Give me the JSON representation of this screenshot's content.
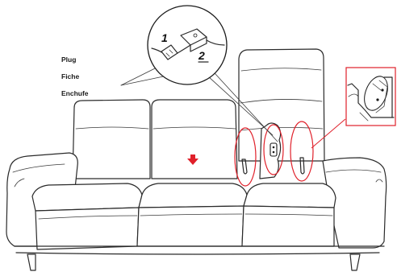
{
  "labels": {
    "plug_en": "Plug",
    "plug_fr": "Fiche",
    "plug_es": "Enchufe"
  },
  "steps": {
    "step_1": "1",
    "step_2": "2"
  },
  "colors": {
    "highlight": "#e0202a",
    "line": "#2a2a2a",
    "background": "#ffffff"
  },
  "icons": {
    "indicator": "red-down-arrow-icon"
  }
}
